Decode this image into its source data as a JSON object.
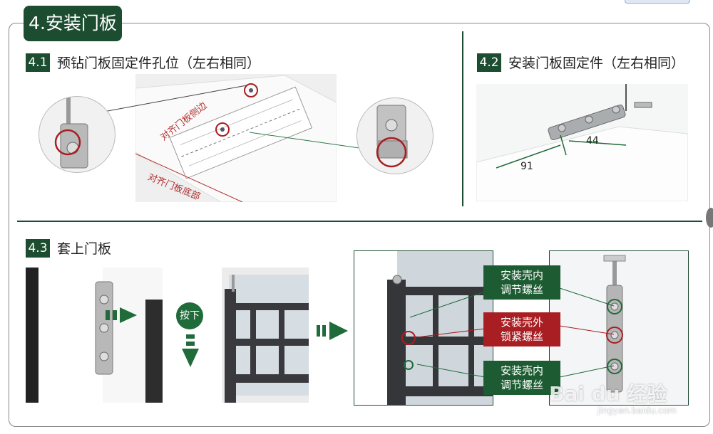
{
  "title": "4.安装门板",
  "sections": {
    "s41": {
      "num": "4.1",
      "label": "预钻门板固定件孔位（左右相同）"
    },
    "s42": {
      "num": "4.2",
      "label": "安装门板固定件（左右相同）"
    },
    "s43": {
      "num": "4.3",
      "label": "套上门板"
    }
  },
  "template_labels": {
    "align_side": "对齐门板侧边",
    "align_bottom": "对齐门板底部"
  },
  "dimensions": {
    "d91": "91",
    "d44": "44"
  },
  "press_label": "按下",
  "callouts": {
    "top": "安装壳内\n调节螺丝",
    "middle": "安装壳外\n锁紧螺丝",
    "bottom": "安装壳内\n调节螺丝"
  },
  "watermark": {
    "main": "Bai du 经验",
    "url": "jingyan.baidu.com"
  },
  "colors": {
    "brand_green": "#1d4d31",
    "accent_red": "#a81e22"
  }
}
